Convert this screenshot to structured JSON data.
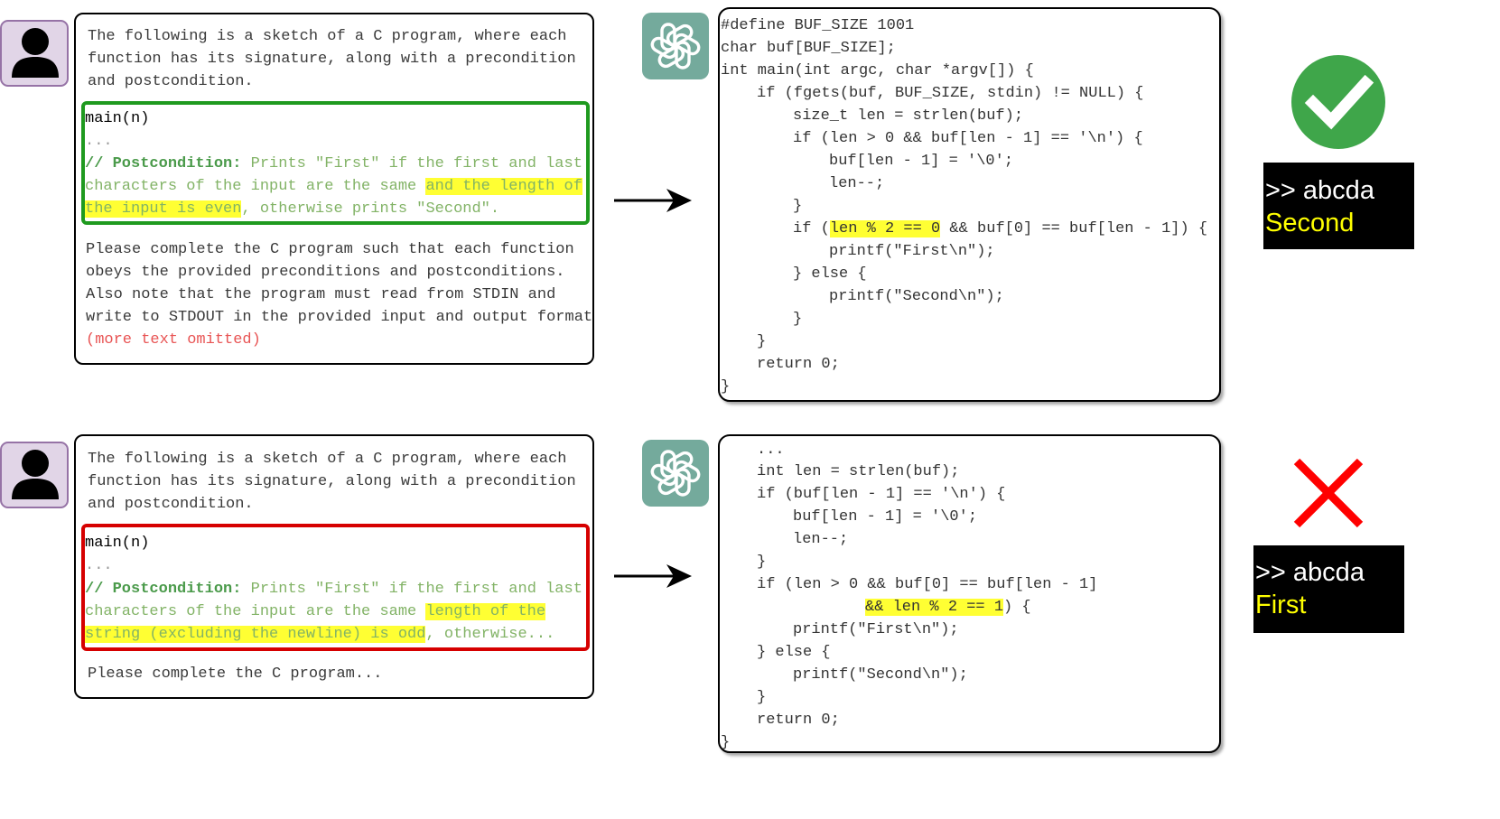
{
  "colors": {
    "accent_green": "#1f9a1f",
    "accent_red": "#d60000",
    "highlight": "#ffff33",
    "check_circle": "#3fa64a",
    "cross": "#ff0000",
    "gpt_bg": "#74aa9c",
    "avatar_bg": "#e1d5e7",
    "terminal_bg": "#000000",
    "terminal_output": "#ffff00"
  },
  "icons": {
    "user": "user-avatar-icon",
    "gpt": "chatgpt-logo-icon",
    "arrow": "right-arrow-icon",
    "success": "check-mark-icon",
    "failure": "cross-mark-icon"
  },
  "top": {
    "prompt_intro": [
      "The following is a sketch of a C program, where each",
      "function has its signature, along with a precondition",
      "and postcondition."
    ],
    "spec": {
      "signature": "main(n)",
      "ellipsis": "...",
      "post_label": "// Postcondition:",
      "post_line1": " Prints \"First\" if the first and last",
      "post_line2_a": "characters of the input are the same ",
      "post_line2_hl": "and the length of",
      "post_line3_hl": "the input is even",
      "post_line3_b": ", otherwise prints \"Second\"."
    },
    "prompt_outro": [
      "Please complete the C program such that each function",
      "obeys the provided preconditions and postconditions.",
      "Also note that the program must read from STDIN and",
      "write to STDOUT in the provided input and output format"
    ],
    "omitted": "(more text omitted)",
    "code": {
      "l1": "#define BUF_SIZE 1001",
      "l2": "char buf[BUF_SIZE];",
      "l3": "int main(int argc, char *argv[]) {",
      "l4": "if (fgets(buf, BUF_SIZE, stdin) != NULL) {",
      "l5": "size_t len = strlen(buf);",
      "l6": "if (len > 0 && buf[len - 1] == '\\n') {",
      "l7": "buf[len - 1] = '\\0';",
      "l8": "len--;",
      "l9": "}",
      "l10_a": "if (",
      "l10_hl": "len % 2 == 0",
      "l10_b": " && buf[0] == buf[len - 1]) {",
      "l11": "printf(\"First\\n\");",
      "l12": "} else {",
      "l13": "printf(\"Second\\n\");",
      "l14": "}",
      "l15": "}",
      "l16": "return 0;",
      "l17": "}"
    },
    "terminal": {
      "input": ">> abcda",
      "output": "Second"
    }
  },
  "bottom": {
    "prompt_intro": [
      "The following is a sketch of a C program, where each",
      "function has its signature, along with a precondition",
      "and postcondition."
    ],
    "spec": {
      "signature": "main(n)",
      "ellipsis": "...",
      "post_label": "// Postcondition:",
      "post_line1": " Prints \"First\" if the first and last",
      "post_line2_a": "characters of the input are the same ",
      "post_line2_hl": "length of the",
      "post_line3_hl": "string (excluding the newline) is odd",
      "post_line3_b": ", otherwise..."
    },
    "prompt_outro": "Please complete the C program...",
    "code": {
      "l1": "...",
      "l2": "int len = strlen(buf);",
      "l3": "if (buf[len - 1] == '\\n') {",
      "l4": "buf[len - 1] = '\\0';",
      "l5": "len--;",
      "l6": "}",
      "l7": "if (len > 0 && buf[0] == buf[len - 1]",
      "l8_hl": "&& len % 2 == 1",
      "l8_b": ") {",
      "l9": "printf(\"First\\n\");",
      "l10": "} else {",
      "l11": "printf(\"Second\\n\");",
      "l12": "}",
      "l13": "return 0;",
      "l14": "}"
    },
    "terminal": {
      "input": ">> abcda",
      "output": "First"
    }
  }
}
